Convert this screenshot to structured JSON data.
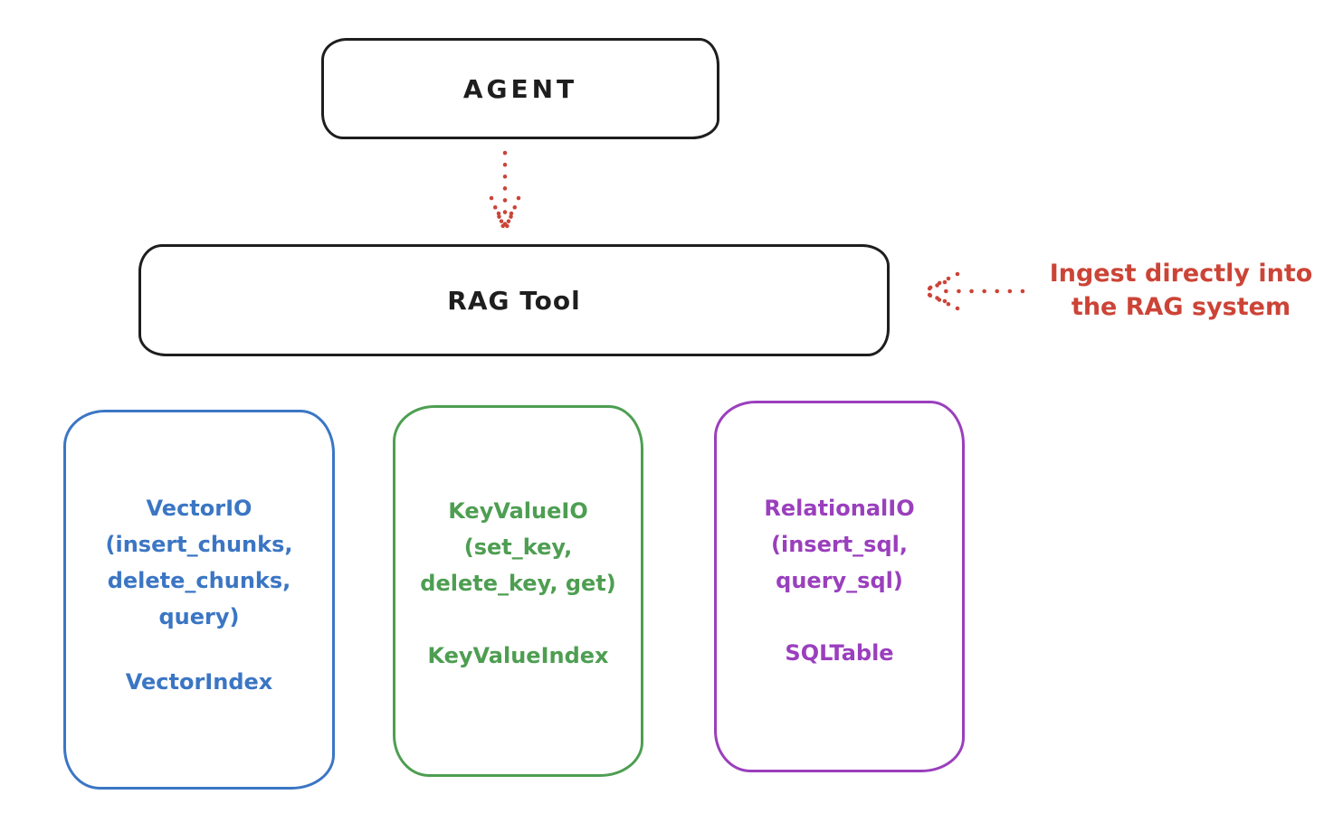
{
  "nodes": {
    "agent": {
      "label": "AGENT"
    },
    "rag_tool": {
      "label": "RAG Tool"
    }
  },
  "annotation": {
    "line1": "Ingest directly into",
    "line2": "the RAG system"
  },
  "io_boxes": [
    {
      "name": "VectorIO",
      "color": "#3b76c4",
      "lines": [
        "VectorIO",
        "(insert_chunks,",
        "delete_chunks,",
        "query)"
      ],
      "index_label": "VectorIndex"
    },
    {
      "name": "KeyValueIO",
      "color": "#4e9e52",
      "lines": [
        "KeyValueIO",
        "(set_key,",
        "delete_key, get)"
      ],
      "index_label": "KeyValueIndex"
    },
    {
      "name": "RelationalIO",
      "color": "#9a3fbd",
      "lines": [
        "RelationalIO",
        "(insert_sql,",
        "query_sql)"
      ],
      "index_label": "SQLTable"
    }
  ],
  "colors": {
    "stroke": "#1e1e1e",
    "red": "#cc4437",
    "blue": "#3b76c4",
    "green": "#4e9e52",
    "purple": "#9a3fbd",
    "background": "#ffffff"
  }
}
